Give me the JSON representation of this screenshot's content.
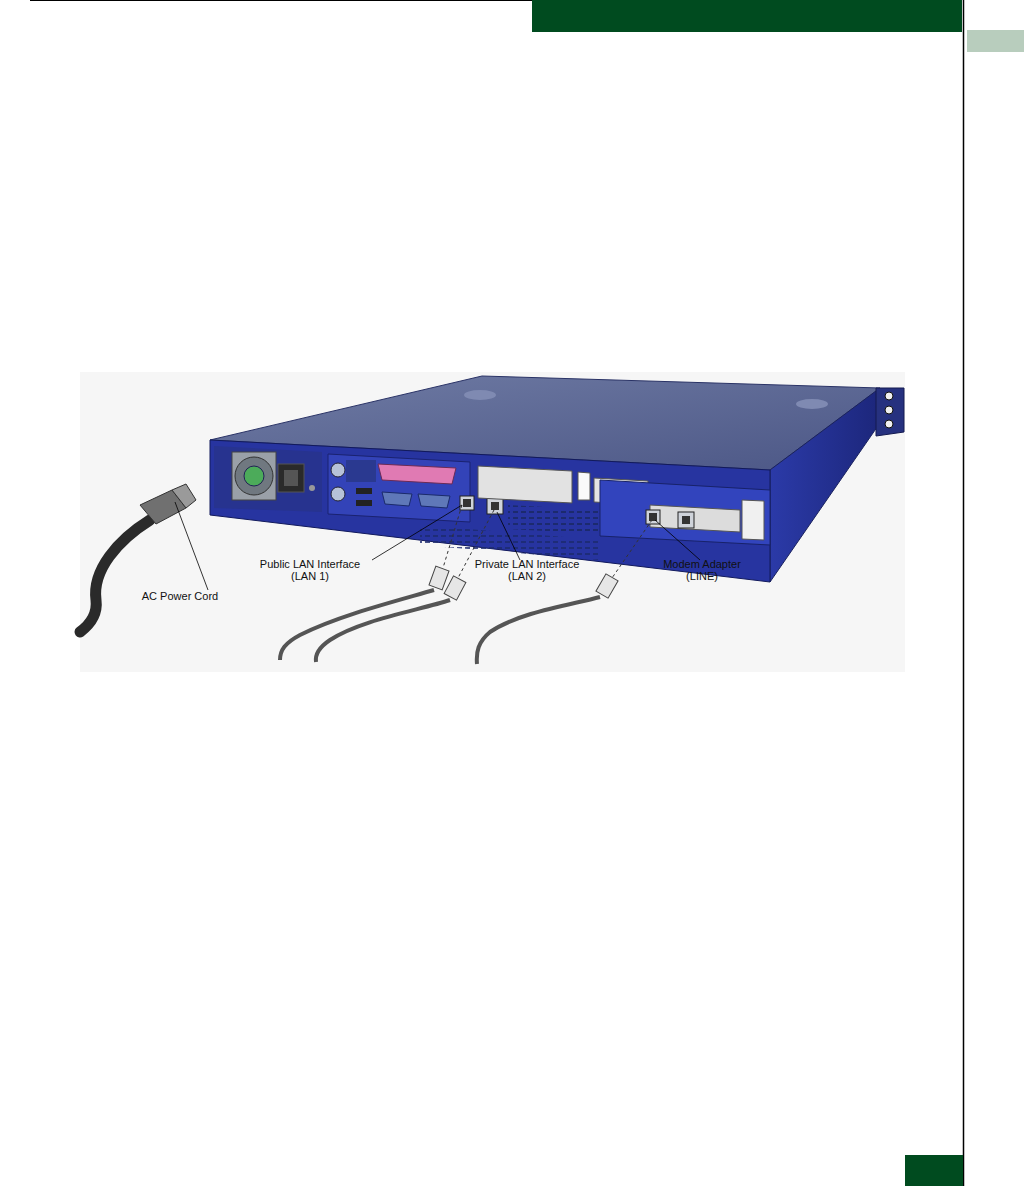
{
  "diagram": {
    "labels": [
      "Public LAN Interface (LAN 1)",
      "Private LAN Interface (LAN 2)",
      "Modem Adapter (LINE)",
      "AC Power Cord"
    ]
  }
}
